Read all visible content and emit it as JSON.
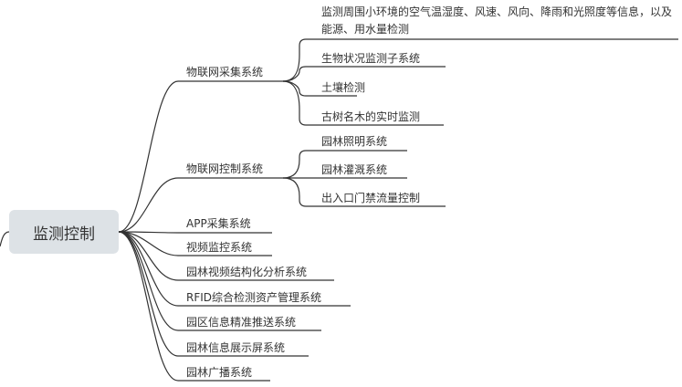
{
  "root": {
    "label": "监测控制"
  },
  "branches": [
    {
      "label": "物联网采集系统",
      "children": [
        "监测周围小环境的空气温湿度、风速、风向、降雨和光照度等信息，以及能源、用水量检测",
        "生物状况监测子系统",
        "土壤检测",
        "古树名木的实时监测"
      ]
    },
    {
      "label": "物联网控制系统",
      "children": [
        "园林照明系统",
        "园林灌溉系统",
        "出入口门禁流量控制"
      ]
    },
    {
      "label": "APP采集系统"
    },
    {
      "label": "视频监控系统"
    },
    {
      "label": "园林视频结构化分析系统"
    },
    {
      "label": "RFID综合检测资产管理系统"
    },
    {
      "label": "园区信息精准推送系统"
    },
    {
      "label": "园林信息展示屏系统"
    },
    {
      "label": "园林广播系统"
    }
  ],
  "colors": {
    "line": "#333333",
    "root_bg": "#dde2e6",
    "text": "#333333"
  }
}
